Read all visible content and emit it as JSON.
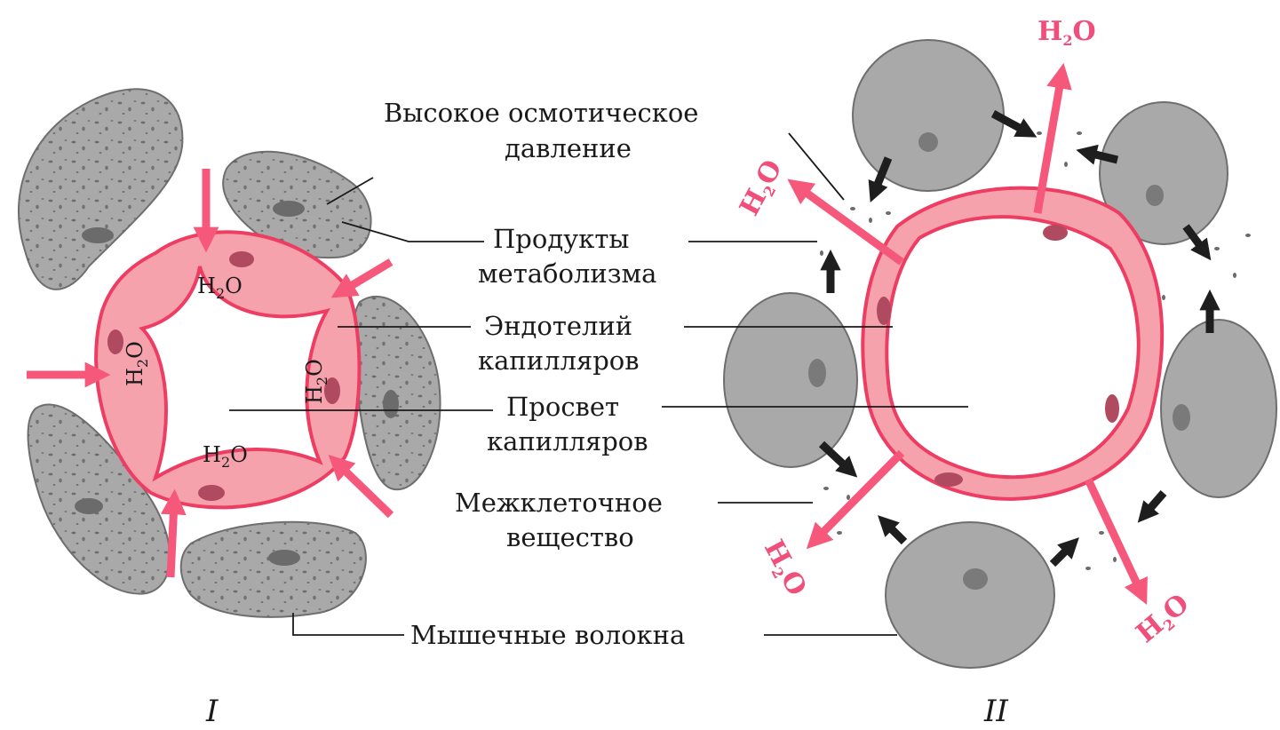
{
  "colors": {
    "cell_fill": "#a9a9a9",
    "cell_stroke": "#6e6e6e",
    "endothelium_fill": "#f6a2ad",
    "endothelium_stroke": "#ee3d62",
    "arrow_pink": "#f5587a",
    "arrow_dark": "#1e1e1e",
    "h2o_red": "#ef4f7a",
    "text": "#1a1a1a"
  },
  "labels": {
    "osmotic_line1": "Высокое осмотическое",
    "osmotic_line2": "давление",
    "metabolites_line1": "Продукты",
    "metabolites_line2": "метаболизма",
    "endothelium_line1": "Эндотелий",
    "endothelium_line2": "капилляров",
    "lumen_line1": "Просвет",
    "lumen_line2": "капилляров",
    "interstitial_line1": "Межклеточное",
    "interstitial_line2": "вещество",
    "muscle_fibers": "Мышечные волокна"
  },
  "water": {
    "main": "H",
    "sub": "2",
    "tail": "O"
  },
  "panels": {
    "left": "I",
    "right": "II"
  }
}
